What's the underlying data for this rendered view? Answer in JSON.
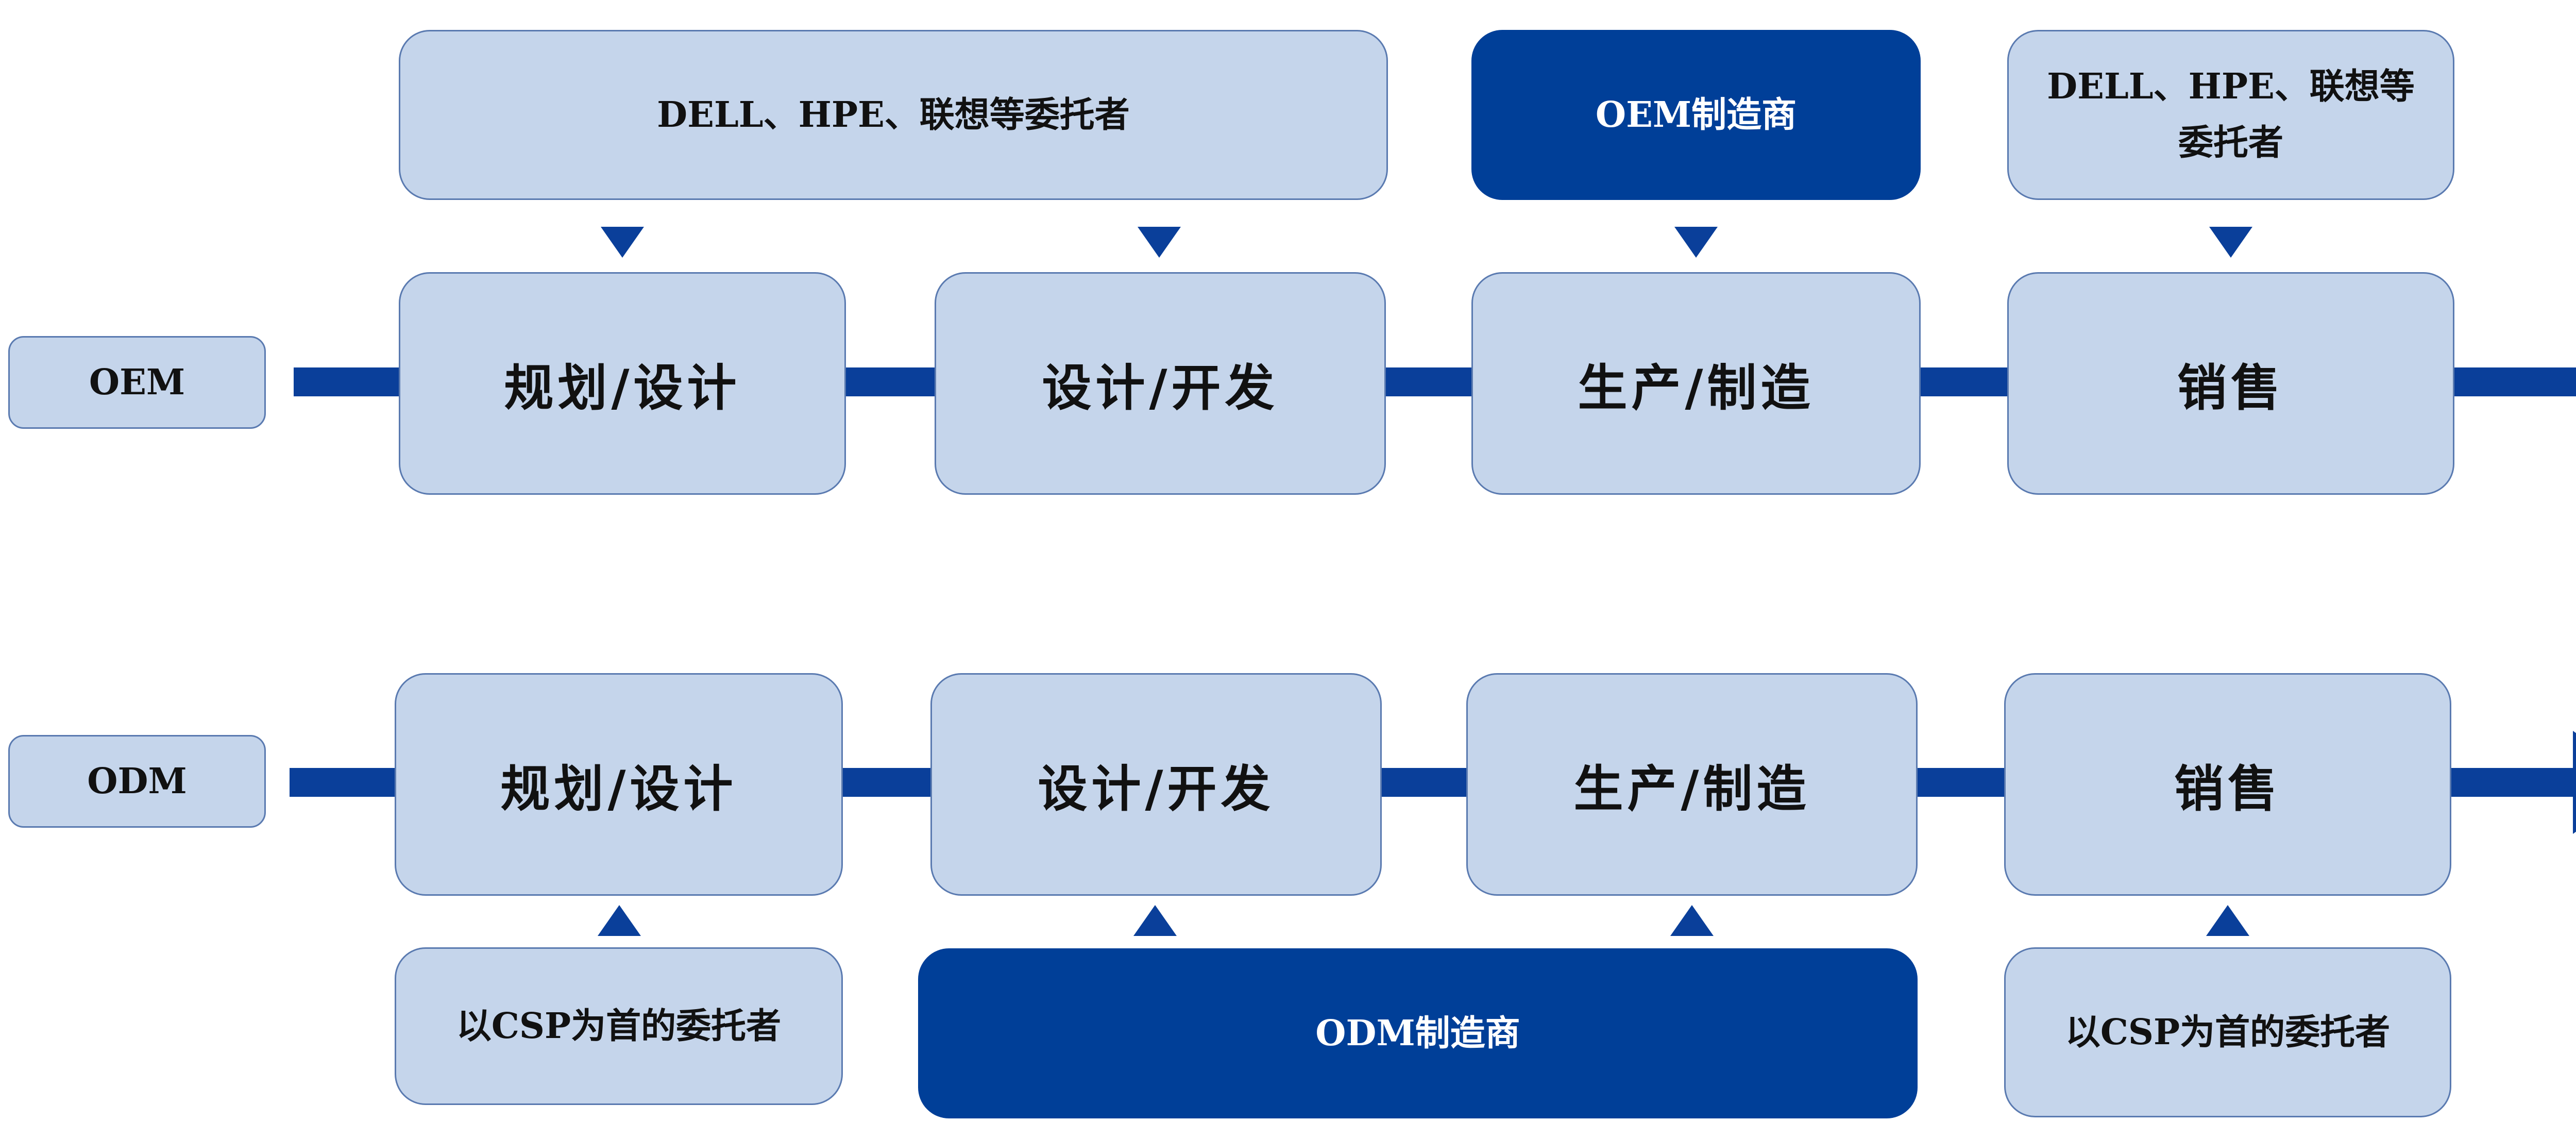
{
  "colors": {
    "light_box": "#c5d5eb",
    "dark_box": "#003f98",
    "flow_line": "#0a3f9a",
    "border": "#5a7ab0"
  },
  "oem": {
    "label": "OEM",
    "stages": [
      "规划/设计",
      "设计/开发",
      "生产/制造",
      "销售"
    ],
    "top_labels": {
      "clients_main": "DELL、HPE、联想等委托者",
      "manufacturer": "OEM制造商",
      "clients_sales": "DELL、HPE、联想等委托者"
    }
  },
  "odm": {
    "label": "ODM",
    "stages": [
      "规划/设计",
      "设计/开发",
      "生产/制造",
      "销售"
    ],
    "bottom_labels": {
      "clients_plan": "以CSP为首的委托者",
      "manufacturer": "ODM制造商",
      "clients_sales": "以CSP为首的委托者"
    }
  }
}
